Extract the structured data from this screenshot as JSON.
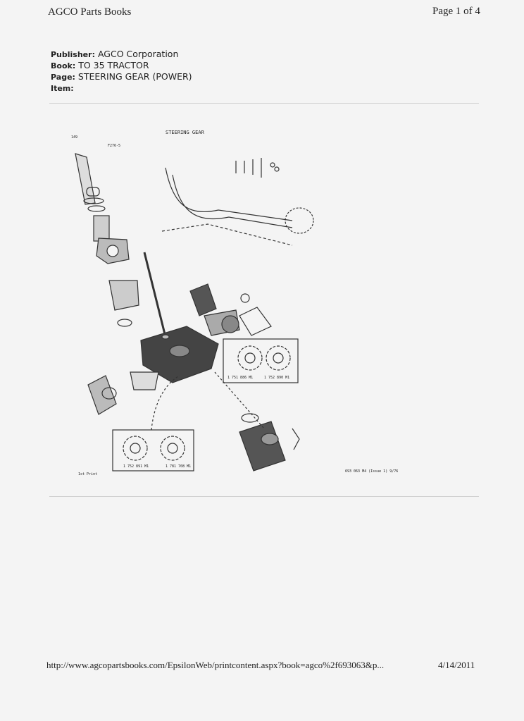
{
  "header": {
    "title": "AGCO Parts Books",
    "page_indicator": "Page 1 of 4"
  },
  "meta": [
    {
      "label": "Publisher:",
      "value": "AGCO Corporation"
    },
    {
      "label": "Book:",
      "value": "TO 35 TRACTOR"
    },
    {
      "label": "Page:",
      "value": "STEERING GEAR (POWER)"
    },
    {
      "label": "Item:",
      "value": ""
    }
  ],
  "diagram": {
    "title": "STEERING GEAR",
    "ref_topleft": "149",
    "ref_code": "F276-5",
    "part_numbers": [
      "1 751 886 M1",
      "1 752 890 M1",
      "1 752 891 M1",
      "1 781 708 M1"
    ],
    "print_note": "1st Print",
    "doc_code": "693 063 M4 (Issue 1) 9/76"
  },
  "footer": {
    "url": "http://www.agcopartsbooks.com/EpsilonWeb/printcontent.aspx?book=agco%2f693063&p...",
    "date": "4/14/2011"
  }
}
